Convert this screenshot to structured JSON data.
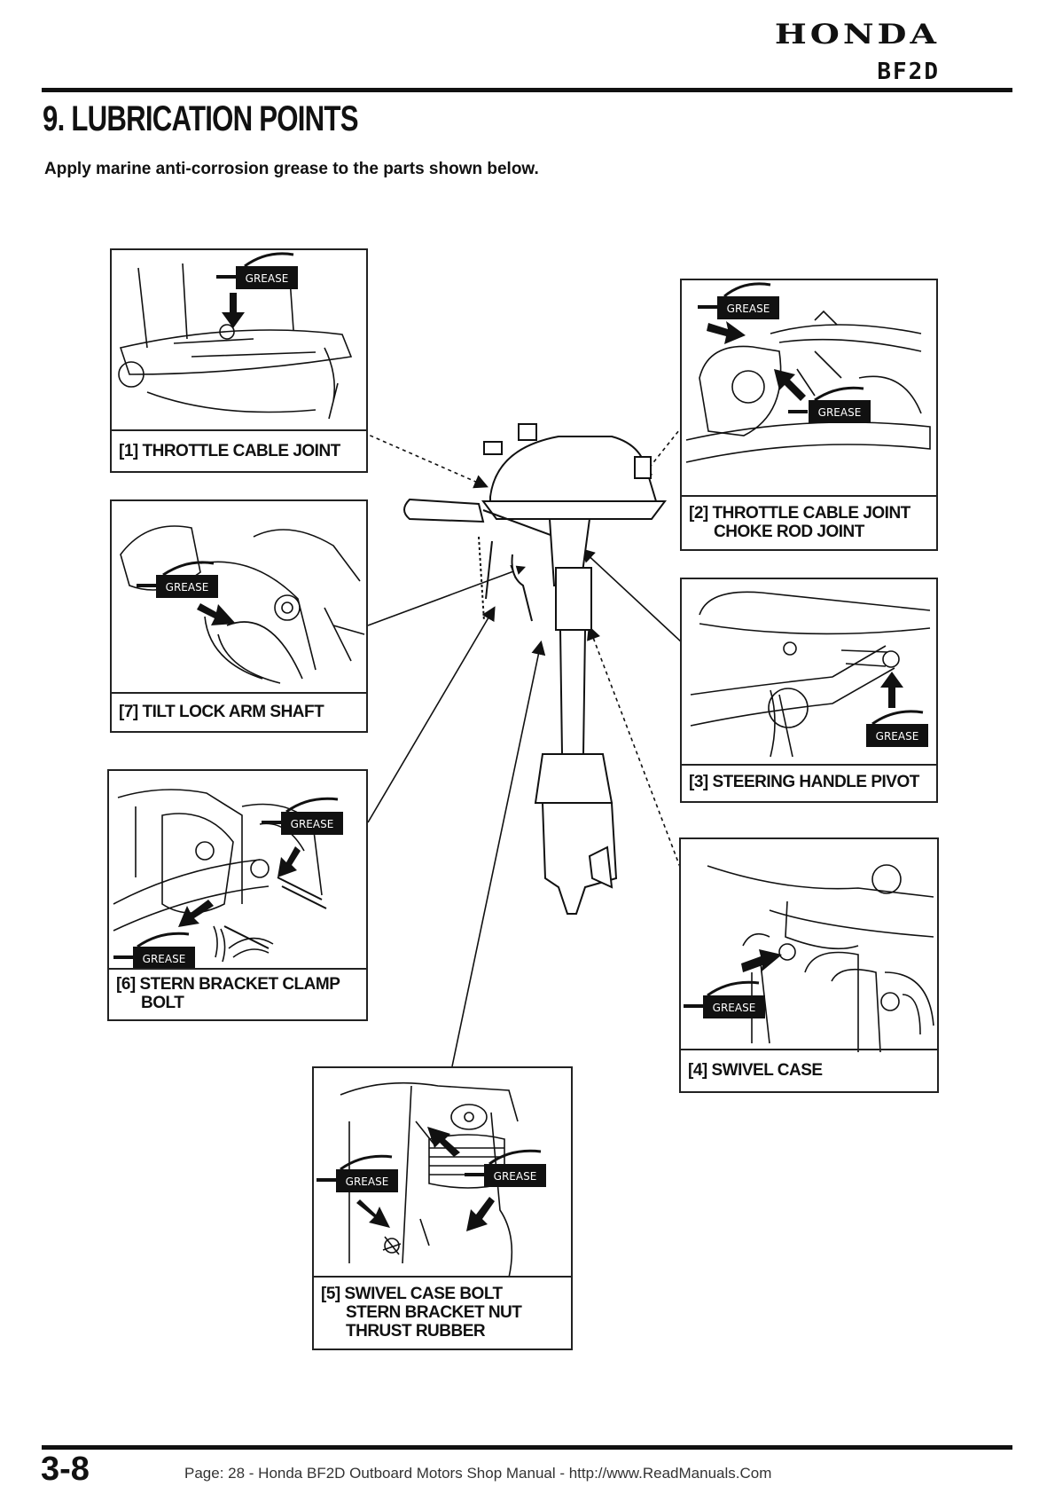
{
  "header": {
    "brand": "HONDA",
    "model": "BF2D"
  },
  "title": "9. LUBRICATION POINTS",
  "subtitle": "Apply marine anti-corrosion grease to the parts shown below.",
  "grease_label": "GREASE",
  "panels": {
    "p1": {
      "line1": "[1] THROTTLE CABLE JOINT"
    },
    "p2": {
      "line1": "[2] THROTTLE CABLE JOINT",
      "line2": "CHOKE ROD JOINT"
    },
    "p3": {
      "line1": "[3] STEERING HANDLE PIVOT"
    },
    "p4": {
      "line1": "[4] SWIVEL CASE"
    },
    "p5": {
      "line1": "[5] SWIVEL CASE BOLT",
      "line2": "STERN BRACKET NUT",
      "line3": "THRUST RUBBER"
    },
    "p6": {
      "line1": "[6] STERN BRACKET CLAMP",
      "line2": "BOLT"
    },
    "p7": {
      "line1": "[7] TILT LOCK ARM SHAFT"
    }
  },
  "footer": {
    "page_number": "3-8",
    "text": "Page: 28   - Honda BF2D Outboard Motors Shop Manual -    http://www.ReadManuals.Com"
  }
}
